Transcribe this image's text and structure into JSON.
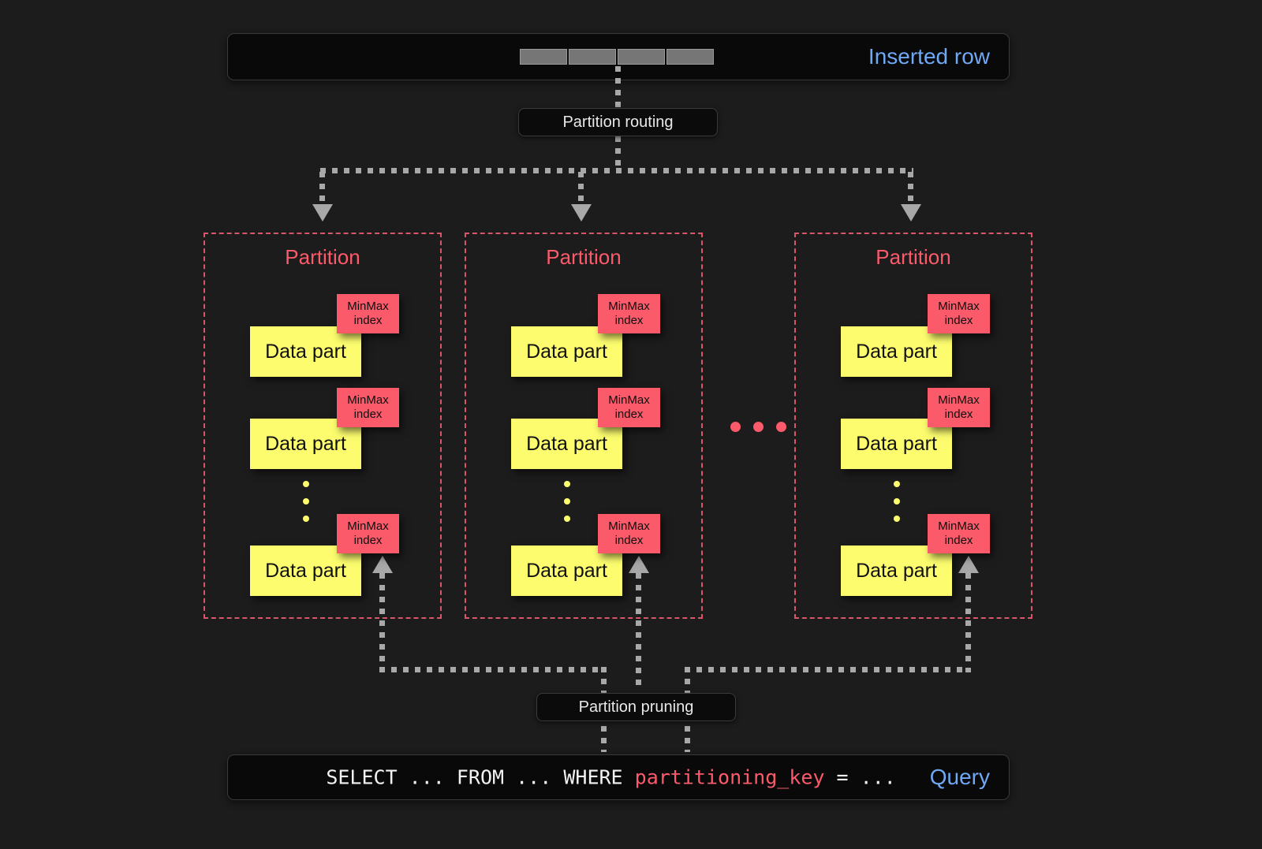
{
  "theme": {
    "background": "#1c1c1c",
    "accent_red": "#fb5a6a",
    "accent_yellow": "#fcfc6e",
    "accent_blue": "#6fa8f5",
    "connector_gray": "#a8a8a8"
  },
  "top_banner": {
    "label": "Inserted row",
    "cells": [
      "",
      "",
      "",
      ""
    ],
    "cell_count": 4
  },
  "routing": {
    "label": "Partition routing"
  },
  "partitions": [
    {
      "title": "Partition",
      "parts": [
        {
          "label": "Data part",
          "index_label_line1": "MinMax",
          "index_label_line2": "index"
        },
        {
          "label": "Data part",
          "index_label_line1": "MinMax",
          "index_label_line2": "index"
        },
        {
          "label": "Data part",
          "index_label_line1": "MinMax",
          "index_label_line2": "index"
        }
      ],
      "ellipsis": "•••"
    },
    {
      "title": "Partition",
      "parts": [
        {
          "label": "Data part",
          "index_label_line1": "MinMax",
          "index_label_line2": "index"
        },
        {
          "label": "Data part",
          "index_label_line1": "MinMax",
          "index_label_line2": "index"
        },
        {
          "label": "Data part",
          "index_label_line1": "MinMax",
          "index_label_line2": "index"
        }
      ],
      "ellipsis": "•••"
    },
    {
      "title": "Partition",
      "parts": [
        {
          "label": "Data part",
          "index_label_line1": "MinMax",
          "index_label_line2": "index"
        },
        {
          "label": "Data part",
          "index_label_line1": "MinMax",
          "index_label_line2": "index"
        },
        {
          "label": "Data part",
          "index_label_line1": "MinMax",
          "index_label_line2": "index"
        }
      ],
      "ellipsis": "•••"
    }
  ],
  "partition_gap_ellipsis": "•••",
  "pruning": {
    "label": "Partition pruning"
  },
  "query_banner": {
    "label": "Query",
    "prefix": "SELECT ... FROM ... WHERE ",
    "key": "partitioning_key",
    "suffix": " = ..."
  }
}
